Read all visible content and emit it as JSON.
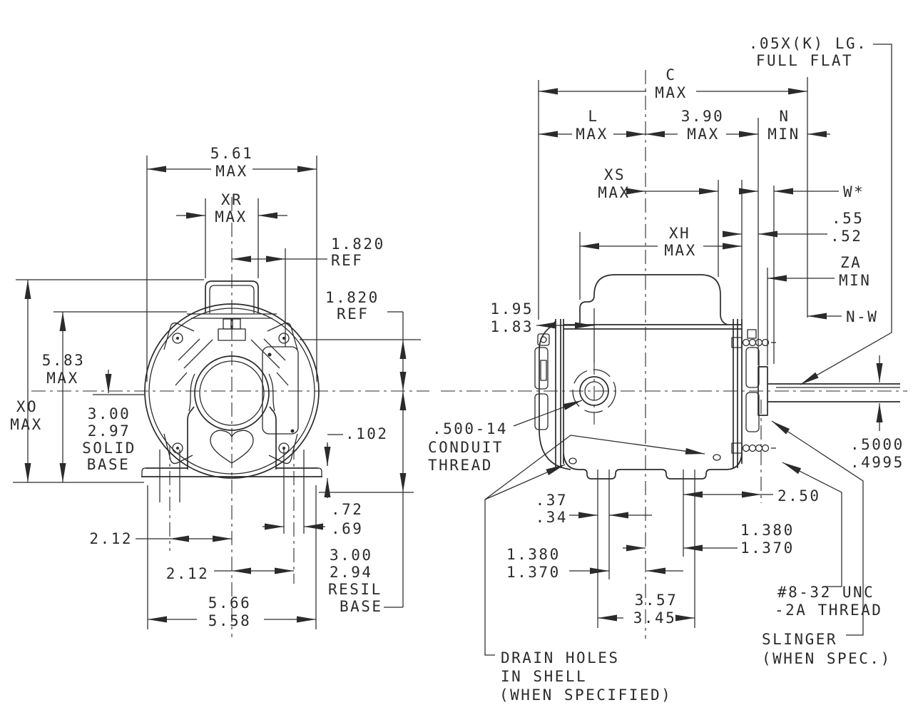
{
  "colors": {
    "ink": "#2b2b2b",
    "background": "#ffffff"
  },
  "front_view": {
    "labels": {
      "diameter": [
        "5.61",
        "MAX"
      ],
      "xr": [
        "XR",
        "MAX"
      ],
      "ref_top": [
        "1.820",
        "REF"
      ],
      "ref_side": [
        "1.820",
        "REF"
      ],
      "height": [
        "5.83",
        "MAX"
      ],
      "xo": [
        "XO",
        "MAX"
      ],
      "solid_base": [
        "3.00",
        "2.97",
        "SOLID",
        "BASE"
      ],
      "pad_thickness": [
        ".102"
      ],
      "foot_offset_left": [
        "2.12"
      ],
      "slot_width": [
        ".72",
        ".69"
      ],
      "foot_offset_right": [
        "2.12"
      ],
      "resil_base": [
        "3.00",
        "2.94",
        "RESIL",
        "BASE"
      ],
      "feet_span": [
        "5.66",
        "5.58"
      ]
    }
  },
  "side_view": {
    "labels": {
      "c": [
        "C",
        "MAX"
      ],
      "l": [
        "L",
        "MAX"
      ],
      "len_390": [
        "3.90",
        "MAX"
      ],
      "n": [
        "N",
        "MIN"
      ],
      "xs": [
        "XS",
        "MAX"
      ],
      "w": [
        "W*"
      ],
      "xh": [
        "XH",
        "MAX"
      ],
      "flat_len": [
        ".55",
        ".52"
      ],
      "za": [
        "ZA",
        "MIN"
      ],
      "nw": [
        "N-W"
      ],
      "key_flat": [
        ".05X(K) LG.",
        "FULL FLAT"
      ],
      "conduit_offset": [
        "1.95",
        "1.83"
      ],
      "conduit_thread": [
        ".500-14",
        "CONDUIT",
        "THREAD"
      ],
      "shaft_dia": [
        ".5000",
        ".4995"
      ],
      "len_250": [
        "2.50"
      ],
      "slot_37": [
        ".37",
        ".34"
      ],
      "bolt_right": [
        "1.380",
        "1.370"
      ],
      "bolt_left": [
        "1.380",
        "1.370"
      ],
      "bolt_span": [
        "3.57",
        "3.45"
      ],
      "stud_thread": [
        "#8-32 UNC",
        "-2A THREAD"
      ],
      "slinger": [
        "SLINGER",
        "(WHEN SPEC.)"
      ],
      "drain": [
        "DRAIN HOLES",
        "IN SHELL",
        "(WHEN SPECIFIED)"
      ]
    }
  }
}
